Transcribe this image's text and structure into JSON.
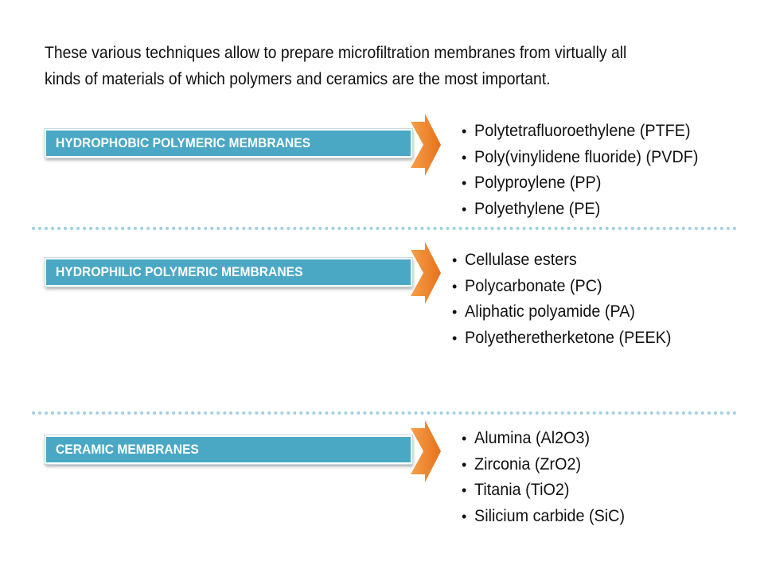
{
  "intro": {
    "line1": "These various techniques allow to prepare microfiltration membranes from virtually all",
    "line2": "kinds of materials of which polymers and ceramics are the most important."
  },
  "sections": [
    {
      "label": "HYDROPHOBIC POLYMERIC MEMBRANES",
      "items": [
        "Polytetrafluoroethylene (PTFE)",
        "Poly(vinylidene fluoride) (PVDF)",
        "Polyproylene (PP)",
        "Polyethylene (PE)"
      ]
    },
    {
      "label": "HYDROPHILIC POLYMERIC MEMBRANES",
      "items": [
        "Cellulase esters",
        "Polycarbonate (PC)",
        "Aliphatic polyamide (PA)",
        "Polyetheretherketone (PEEK)"
      ]
    },
    {
      "label": "CERAMIC MEMBRANES",
      "items": [
        "Alumina (Al2O3)",
        "Zirconia (ZrO2)",
        "Titania (TiO2)",
        "Silicium carbide (SiC)"
      ]
    }
  ],
  "bullet_glyph": "•",
  "colors": {
    "label_bg": "#4aa8c5",
    "arrow": "#f08a24",
    "divider": "#9fd0e0"
  }
}
